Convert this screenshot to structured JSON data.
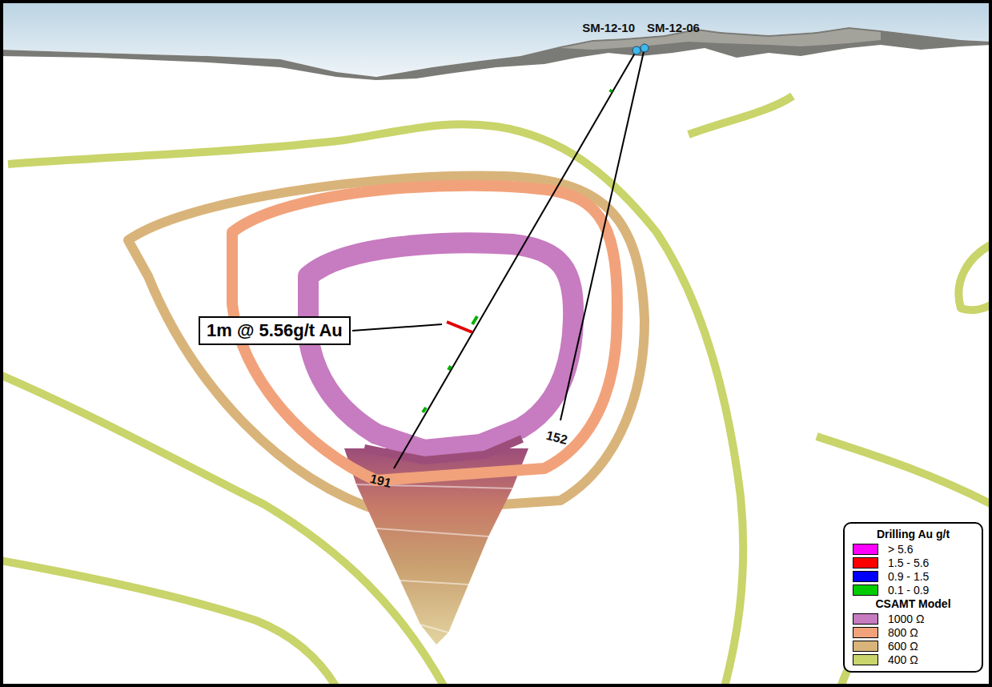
{
  "diagram": {
    "nodes": [
      {
        "text": [
          "1m @ 5.56g/t Au"
        ]
      }
    ],
    "labels": [
      "SM-12-10",
      "SM-12-06",
      "191",
      "152",
      "Drilling Au g/t",
      "CSAMT Model"
    ],
    "legend": [
      {
        "text": "> 5.6",
        "color": "#ff00ff"
      },
      {
        "text": "1.5 - 5.6",
        "color": "#ff0000"
      },
      {
        "text": "0.9 - 1.5",
        "color": "#0000ff"
      },
      {
        "text": "0.1 - 0.9",
        "color": "#00cc00"
      },
      {
        "text": "1000 Ω",
        "color": "#c77bc0"
      },
      {
        "text": "800 Ω",
        "color": "#f2a27a"
      },
      {
        "text": "600 Ω",
        "color": "#d9b47a"
      },
      {
        "text": "400 Ω",
        "color": "#c9d46a"
      }
    ]
  }
}
